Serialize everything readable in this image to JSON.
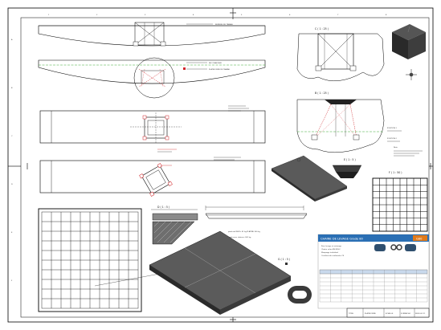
{
  "drawing": {
    "zone_columns": [
      "1",
      "2",
      "3",
      "4",
      "5",
      "6",
      "7",
      "8"
    ],
    "zone_rows": [
      "A",
      "B",
      "C",
      "D",
      "E",
      "F"
    ]
  },
  "views": {
    "c_view_label": "C ( 1 : 25 )",
    "b_view_label": "B ( 1 : 25 )",
    "f_view_label": "F ( 1 : 50 )",
    "e_view_label": "E ( 1 : 5 )",
    "d_view_label": "D ( 1 : 5 )",
    "g_view_label": "G ( 1 : 5 )"
  },
  "annotations": {
    "note_a": "REPERES DE TRAVAIL",
    "note_b": "NIV. PLANCHER",
    "note_c": "PLATEFORME DE TRAVAIL",
    "note_d": "POSITION 1",
    "note_e": "POSITION 2",
    "note_f": "Note",
    "weights_line1": "poids du MH15: 61 kg  PLATINE 300 kg",
    "weights_line2": "poids avec chaines: 361 kg"
  },
  "info_panel": {
    "title": "CHAINE DE LEVAGE Grade 80",
    "badge": "G80",
    "colors": {
      "header": "#2a6fb4",
      "accent": "#e07a1a"
    },
    "bullets": [
      "Pour levage et arrimage",
      "Chaine selon EN 818-2",
      "Marquage individuel",
      "Certificat de conformite CE"
    ]
  },
  "title_block": {
    "cells": [
      "TITRE",
      "PLATEFORME",
      "ECHELLE",
      "FORMAT A1",
      "FEUILLE 1/1"
    ]
  }
}
